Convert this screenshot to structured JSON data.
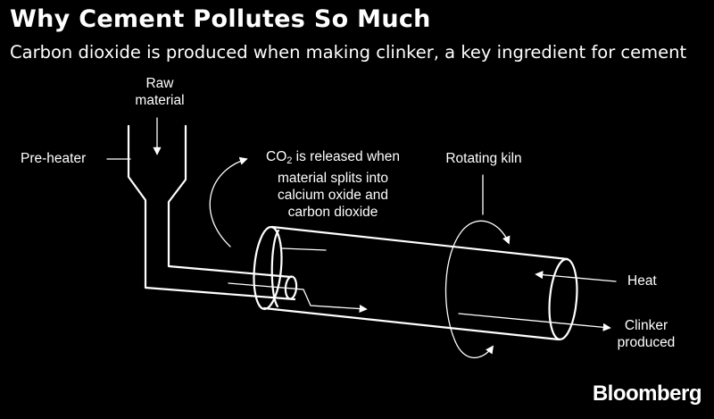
{
  "title": "Why Cement Pollutes So Much",
  "subtitle": "Carbon dioxide is produced when making clinker, a key ingredient for cement",
  "labels": {
    "raw_material_1": "Raw",
    "raw_material_2": "material",
    "pre_heater": "Pre-heater",
    "co2_prefix": "CO",
    "co2_sub": "2",
    "co2_rest": " is released when",
    "co2_line2": "material splits into",
    "co2_line3": "calcium oxide and",
    "co2_line4": "carbon dioxide",
    "rotating_kiln": "Rotating kiln",
    "heat": "Heat",
    "clinker_1": "Clinker",
    "clinker_2": "produced"
  },
  "brand": "Bloomberg",
  "colors": {
    "background": "#000000",
    "foreground": "#ffffff"
  }
}
